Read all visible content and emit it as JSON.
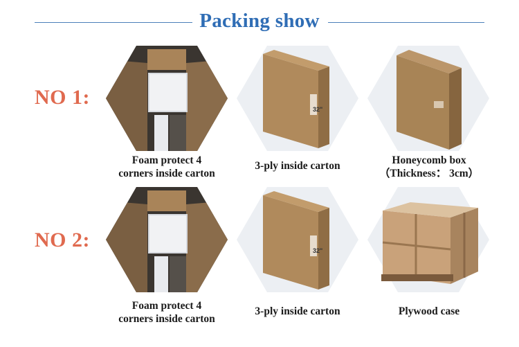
{
  "header": {
    "title": "Packing show"
  },
  "rows": [
    {
      "label": "NO 1:",
      "items": [
        {
          "caption_lines": [
            "Foam protect 4",
            "corners inside carton"
          ]
        },
        {
          "caption_lines": [
            "3-ply inside carton"
          ],
          "box_mark": "32\""
        },
        {
          "caption_lines": [
            "Honeycomb box",
            "（Thickness： 3cm）"
          ]
        }
      ]
    },
    {
      "label": "NO 2:",
      "items": [
        {
          "caption_lines": [
            "Foam protect 4",
            "corners inside carton"
          ]
        },
        {
          "caption_lines": [
            "3-ply inside carton"
          ],
          "box_mark": "32\""
        },
        {
          "caption_lines": [
            "Plywood case"
          ]
        }
      ]
    }
  ],
  "colors": {
    "accent_title": "#2f6db5",
    "accent_label": "#e06a4f",
    "hex_bg": "#eceff3",
    "carton": "#b08a5c"
  }
}
